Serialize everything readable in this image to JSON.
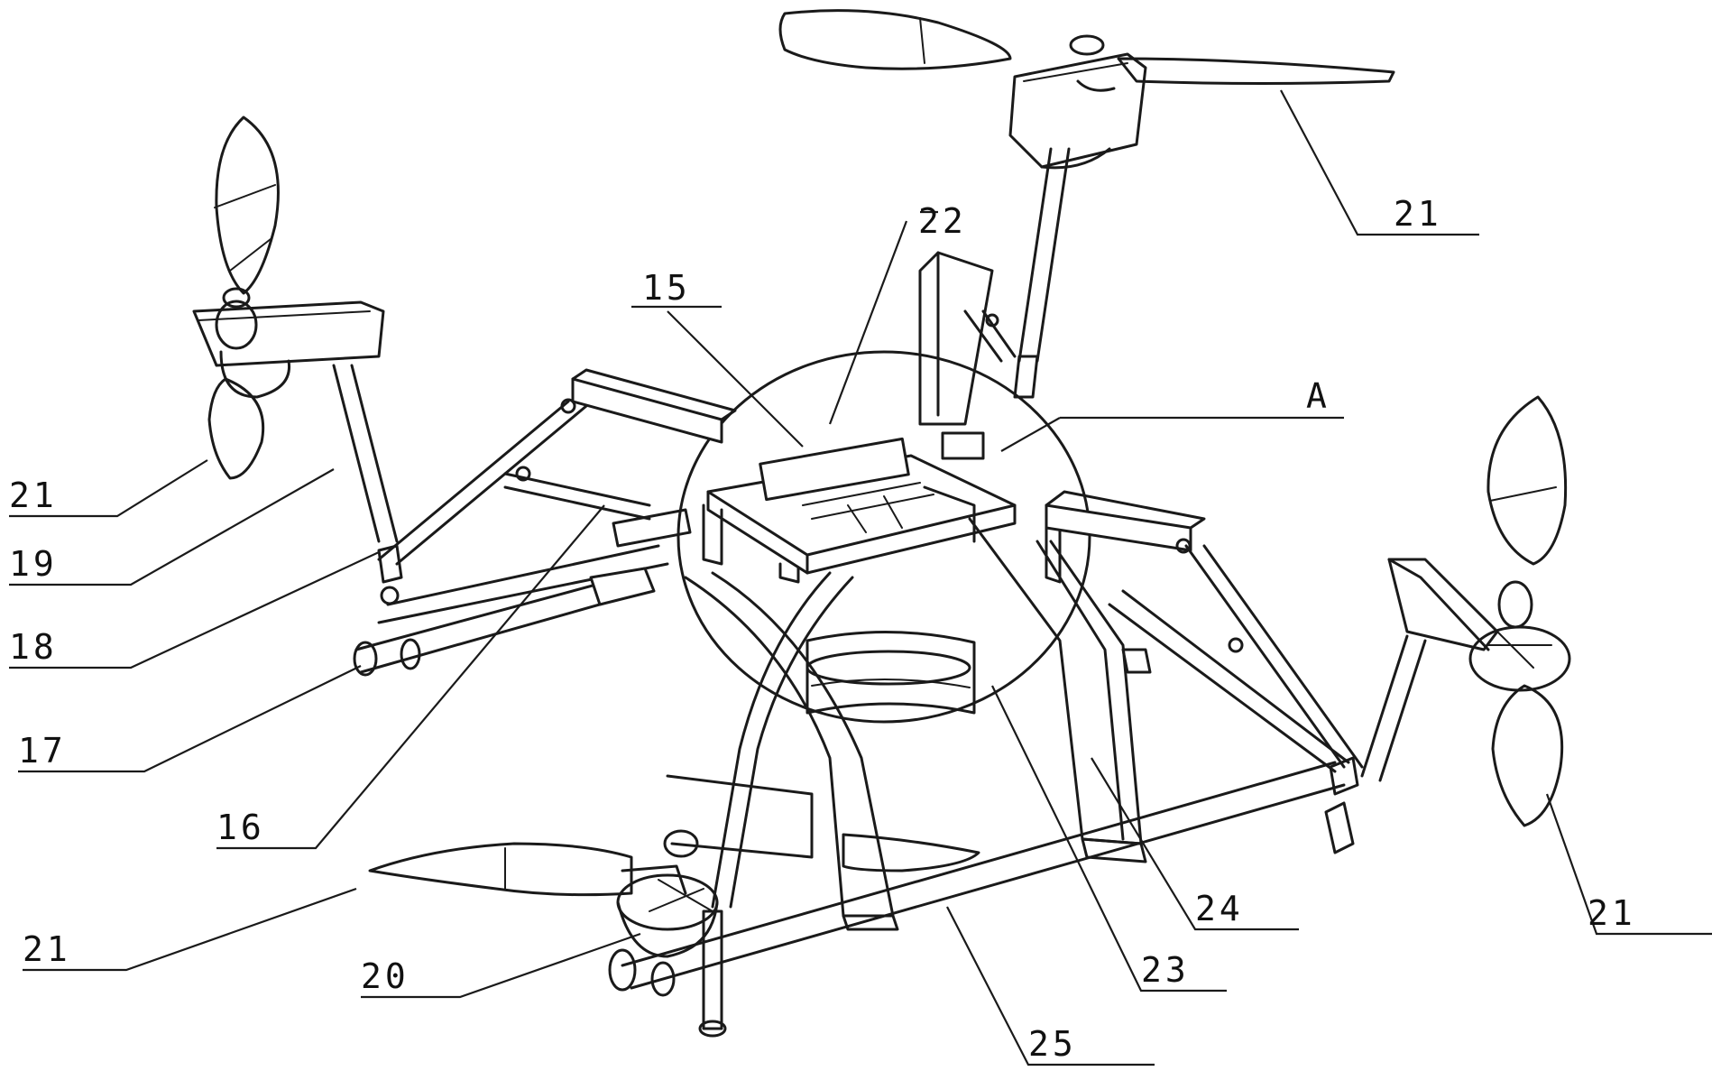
{
  "labels": {
    "l21_top_right": "21",
    "l21_left": "21",
    "l21_right": "21",
    "l21_bottom_left": "21",
    "l22": "22",
    "l15": "15",
    "lA": "A",
    "l19": "19",
    "l18": "18",
    "l17": "17",
    "l16": "16",
    "l20": "20",
    "l24": "24",
    "l23": "23",
    "l25": "25"
  },
  "colors": {
    "line": "#1a1a1a",
    "background": "#ffffff"
  }
}
